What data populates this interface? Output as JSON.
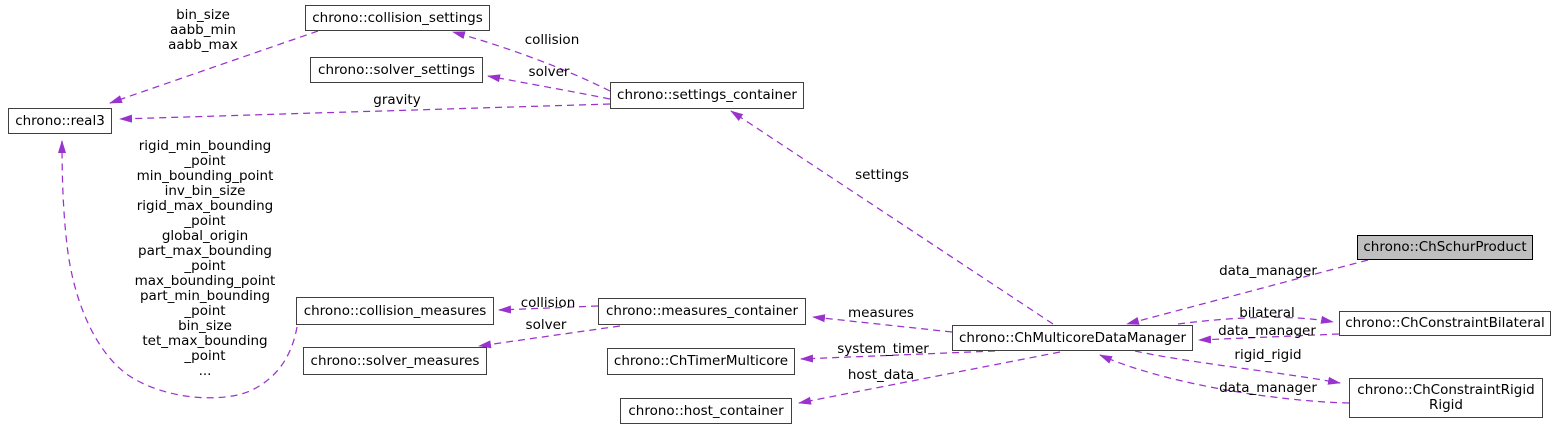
{
  "nodes": {
    "real3": {
      "label": "chrono::real3"
    },
    "collision_settings": {
      "label": "chrono::collision_settings"
    },
    "solver_settings": {
      "label": "chrono::solver_settings"
    },
    "settings_container": {
      "label": "chrono::settings_container"
    },
    "collision_measures": {
      "label": "chrono::collision_measures"
    },
    "solver_measures": {
      "label": "chrono::solver_measures"
    },
    "measures_container": {
      "label": "chrono::measures_container"
    },
    "timer_multicore": {
      "label": "chrono::ChTimerMulticore"
    },
    "host_container": {
      "label": "chrono::host_container"
    },
    "data_manager": {
      "label": "chrono::ChMulticoreDataManager"
    },
    "schur_product": {
      "label": "chrono::ChSchurProduct"
    },
    "constraint_bilateral": {
      "label": "chrono::ChConstraintBilateral"
    },
    "constraint_rigid_rigid": {
      "label": "chrono::ChConstraintRigid\nRigid"
    }
  },
  "edge_labels": {
    "aabb": "bin_size\naabb_min\naabb_max",
    "gravity": "gravity",
    "collision_settings": "collision",
    "solver_settings": "solver",
    "settings": "settings",
    "members": "rigid_min_bounding\n_point\nmin_bounding_point\ninv_bin_size\nrigid_max_bounding\n_point\nglobal_origin\npart_max_bounding\n_point\nmax_bounding_point\npart_min_bounding\n_point\nbin_size\ntet_max_bounding\n_point\n...",
    "collision_measures": "collision",
    "solver_measures": "solver",
    "measures": "measures",
    "system_timer": "system_timer",
    "host_data": "host_data",
    "data_manager_schur": "data_manager",
    "bilateral": "bilateral",
    "data_manager_bilateral": "data_manager",
    "rigid_rigid": "rigid_rigid",
    "data_manager_rigid": "data_manager"
  },
  "colors": {
    "edge": "#9a32cd",
    "node_border": "#404040",
    "node_fill": "#ffffff",
    "highlight_fill": "#bfbfbf",
    "highlight_border": "#000000",
    "text": "#000000"
  }
}
